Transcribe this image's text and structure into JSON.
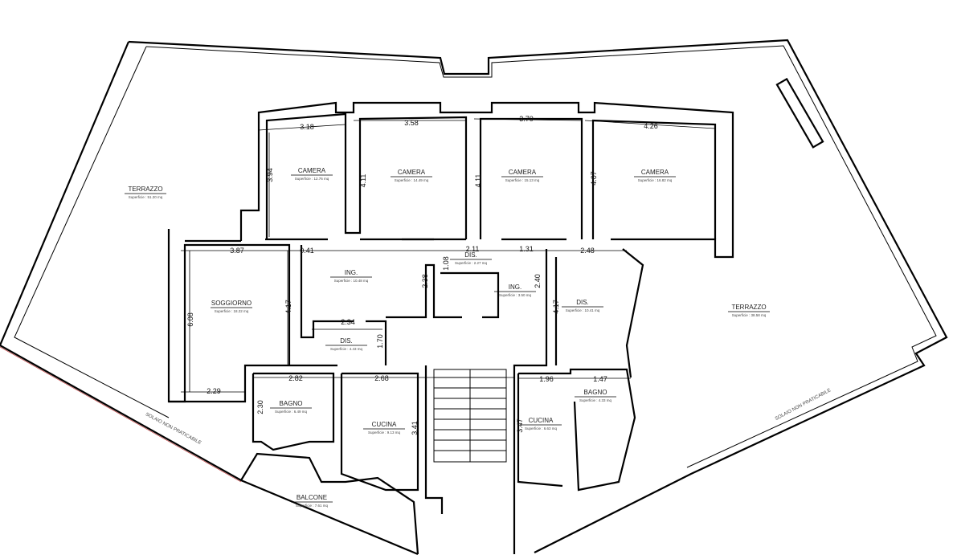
{
  "rooms": [
    {
      "name": "CAMERA",
      "area": "Superficie : 12.76 mq"
    },
    {
      "name": "CAMERA",
      "area": "Superficie : 14.49 mq"
    },
    {
      "name": "CAMERA",
      "area": "Superficie : 15.13 mq"
    },
    {
      "name": "CAMERA",
      "area": "Superficie : 16.82 mq"
    },
    {
      "name": "SOGGIORNO",
      "area": "Superficie : 18.22 mq"
    },
    {
      "name": "ING.",
      "area": "Superficie : 10.48 mq"
    },
    {
      "name": "DIS.",
      "area": "Superficie : 2.27 mq"
    },
    {
      "name": "ING.",
      "area": "Superficie : 3.50 mq"
    },
    {
      "name": "DIS.",
      "area": "Superficie : 10.41 mq"
    },
    {
      "name": "DIS.",
      "area": "Superficie : 4.43 mq"
    },
    {
      "name": "BAGNO",
      "area": "Superficie : 6.49 mq"
    },
    {
      "name": "CUCINA",
      "area": "Superficie : 9.13 mq"
    },
    {
      "name": "BAGNO",
      "area": "Superficie : 4.33 mq"
    },
    {
      "name": "CUCINA",
      "area": "Superficie : 6.63 mq"
    },
    {
      "name": "BALCONE",
      "area": "Superficie : 7.61 mq"
    },
    {
      "name": "TERRAZZO",
      "area": "Superficie : 51.20 mq"
    },
    {
      "name": "TERRAZZO",
      "area": "Superficie : 38.58 mq"
    }
  ],
  "labels": {
    "solaio_left": "SOLAIO NON PRATICABILE",
    "solaio_right": "SOLAIO NON PRATICABILE"
  },
  "dimensions": [
    "3.18",
    "3.58",
    "3.70",
    "4.26",
    "3.94",
    "4.11",
    "4.11",
    "4.07",
    "3.87",
    "0.41",
    "2.11",
    "1.31",
    "2.48",
    "1.08",
    "2.38",
    "2.40",
    "6.08",
    "4.17",
    "4.17",
    "2.34",
    "1.70",
    "2.29",
    "2.82",
    "2.68",
    "1.96",
    "1.47",
    "2.30",
    "3.41",
    "3.47"
  ]
}
